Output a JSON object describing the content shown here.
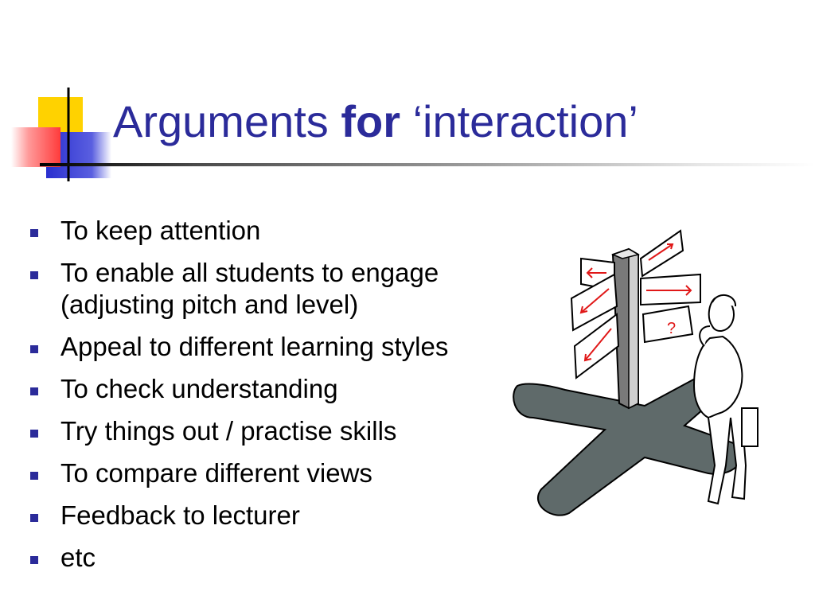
{
  "title": {
    "normal_start": "Arguments",
    "bold": "for",
    "normal_end": "‘interaction’"
  },
  "bullets": [
    {
      "text": "To keep attention"
    },
    {
      "text": "To enable all students to engage (adjusting pitch and level)"
    },
    {
      "text": "Appeal to different learning styles"
    },
    {
      "text": "To check understanding"
    },
    {
      "text": "Try things out / practise skills"
    },
    {
      "text": "To compare different views"
    },
    {
      "text": "Feedback to lecturer"
    },
    {
      "text": "etc"
    }
  ],
  "clipart": {
    "sign_text": "?"
  },
  "colors": {
    "title": "#2b2b9a",
    "bullet": "#2b2b9a",
    "ornament_yellow": "#ffd200",
    "ornament_blue": "#2f33d1",
    "ornament_red": "#ff4a4a",
    "shadow": "#5f6a6a",
    "arrow_red": "#e01818"
  }
}
